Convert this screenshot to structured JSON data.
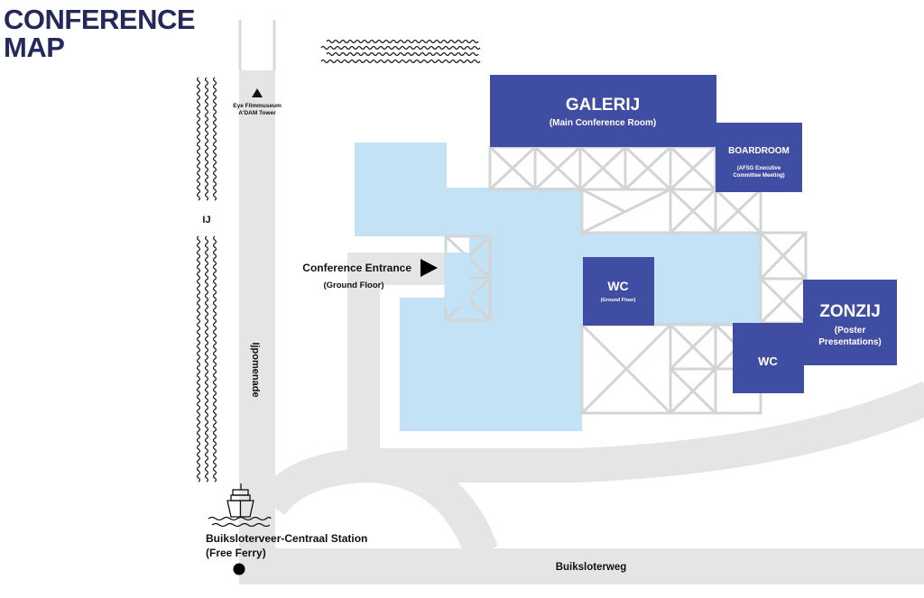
{
  "title": {
    "line1": "CONFERENCE",
    "line2": "MAP"
  },
  "colors": {
    "room": "#3f4ea3",
    "floor": "#c3e2f5",
    "road": "#e4e5e7",
    "grid": "#d3d4d6",
    "title": "#25285a"
  },
  "landmarks": {
    "water_label": "IJ",
    "street_vertical": "Ijpomenade",
    "street_bottom": "Buiksloterweg",
    "museum": {
      "line1": "Eye Filmmuseum",
      "line2": "A'DAM Tower",
      "icon": "triangle-marker-icon"
    },
    "entrance": {
      "line1": "Conference Entrance",
      "line2": "(Ground Floor)",
      "icon": "arrow-right-icon"
    },
    "ferry": {
      "line1": "Buiksloterveer-Centraal Station",
      "line2": "(Free Ferry)",
      "icon": "ferry-icon"
    }
  },
  "rooms": {
    "galerij": {
      "name": "GALERIJ",
      "sub": "(Main Conference Room)"
    },
    "boardroom": {
      "name": "BOARDROOM",
      "sub1": "(AFSG Executive",
      "sub2": "Committee Meeting)"
    },
    "wc_ground": {
      "name": "WC",
      "sub": "(Ground Floor)"
    },
    "zonzij": {
      "name": "ZONZIJ",
      "sub1": "(Poster",
      "sub2": "Presentations)"
    },
    "wc": {
      "name": "WC"
    }
  }
}
